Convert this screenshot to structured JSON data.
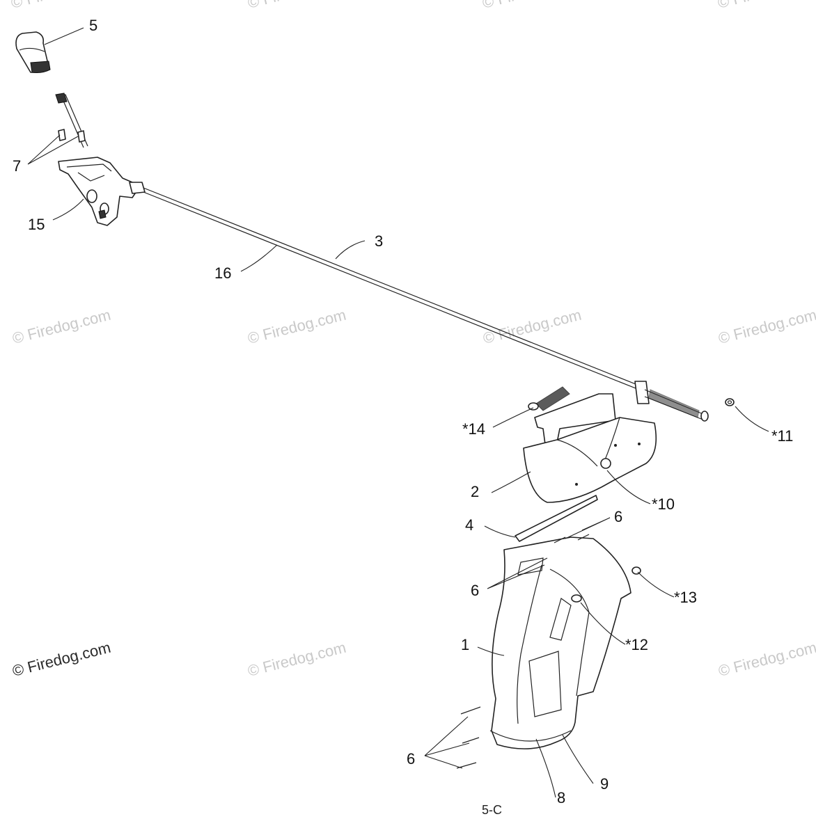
{
  "diagram": {
    "page_label": "5-C",
    "watermark_text": "© Firedog.com",
    "callouts": {
      "c1": "1",
      "c2": "2",
      "c3": "3",
      "c4": "4",
      "c5": "5",
      "c6a": "6",
      "c6b": "6",
      "c6c": "6",
      "c7": "7",
      "c8": "8",
      "c9": "9",
      "c10": "*10",
      "c11": "*11",
      "c12": "*12",
      "c13": "*13",
      "c14": "*14",
      "c15": "15",
      "c16": "16"
    }
  }
}
